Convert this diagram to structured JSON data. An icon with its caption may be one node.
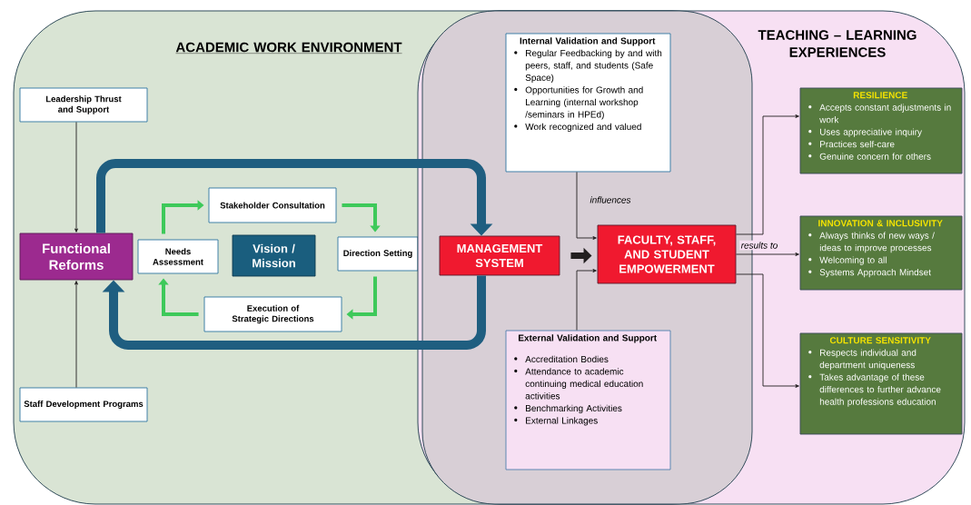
{
  "diagram": {
    "nodes": [
      {
        "text": [
          "ACADEMIC WORK ENVIRONMENT"
        ]
      },
      {
        "text": [
          "TEACHING – LEARNING EXPERIENCES"
        ]
      },
      {
        "text": [
          "Leadership Thrust and Support"
        ],
        "in": 0
      },
      {
        "text": [
          "Functional Reforms"
        ],
        "in": 0
      },
      {
        "text": [
          "Needs Assessment"
        ],
        "in": 0
      },
      {
        "text": [
          "Stakeholder Consultation"
        ],
        "in": 0
      },
      {
        "text": [
          "Vision / Mission"
        ],
        "in": 0
      },
      {
        "text": [
          "Direction Setting"
        ],
        "in": 0
      },
      {
        "text": [
          "Execution of Strategic Directions"
        ],
        "in": 0
      },
      {
        "text": [
          "Staff Development Programs"
        ],
        "in": 0
      },
      {
        "text": [
          "Internal Validation and Support",
          "Regular Feedbacking by and with peers, staff, and students (Safe Space)",
          "Opportunities for Growth and Learning (internal workshop /seminars in HPEd)",
          "Work recognized and valued"
        ]
      },
      {
        "text": [
          "MANAGEMENT SYSTEM"
        ]
      },
      {
        "text": [
          "FACULTY, STAFF, AND STUDENT EMPOWERMENT"
        ]
      },
      {
        "text": [
          "External Validation and Support",
          "Accreditation Bodies",
          "Attendance to academic continuing medical education activities",
          "Benchmarking Activities",
          "External Linkages"
        ]
      },
      {
        "text": [
          "RESILIENCE",
          "Accepts constant adjustments in work",
          "Uses appreciative inquiry",
          "Practices self-care",
          "Genuine concern for others"
        ],
        "in": 1
      },
      {
        "text": [
          "INNOVATION & INCLUSIVITY",
          "Always thinks of new ways / ideas to improve processes",
          "Welcoming to all",
          "Systems Approach Mindset"
        ],
        "in": 1
      },
      {
        "text": [
          "CULTURE SENSITIVITY",
          "Respects individual and department uniqueness",
          "Takes advantage of these differences to further advance health professions education"
        ],
        "in": 1
      }
    ],
    "edges": [
      {
        "from": 2,
        "to": 3,
        "arrow": "to"
      },
      {
        "from": 9,
        "to": 3,
        "arrow": "to"
      },
      {
        "from": 3,
        "to": 11,
        "arrow": "to",
        "style": "thick",
        "color": "#1f5e80"
      },
      {
        "from": 11,
        "to": 3,
        "arrow": "to",
        "style": "thick",
        "color": "#1f5e80"
      },
      {
        "from": 4,
        "to": 5,
        "arrow": "to",
        "style": "thick",
        "color": "#3ec95a"
      },
      {
        "from": 5,
        "to": 7,
        "arrow": "to",
        "style": "thick",
        "color": "#3ec95a"
      },
      {
        "from": 7,
        "to": 8,
        "arrow": "to",
        "style": "thick",
        "color": "#3ec95a"
      },
      {
        "from": 8,
        "to": 4,
        "arrow": "to",
        "style": "thick",
        "color": "#3ec95a"
      },
      {
        "from": 11,
        "to": 12,
        "arrow": "to",
        "style": "thick"
      },
      {
        "from": 10,
        "to": 12,
        "arrow": "to",
        "label": "influences"
      },
      {
        "from": 13,
        "to": 12,
        "arrow": "to"
      },
      {
        "from": 12,
        "to": 14,
        "arrow": "to"
      },
      {
        "from": 12,
        "to": 15,
        "arrow": "to",
        "label": "results to"
      },
      {
        "from": 12,
        "to": 16,
        "arrow": "to"
      }
    ]
  }
}
